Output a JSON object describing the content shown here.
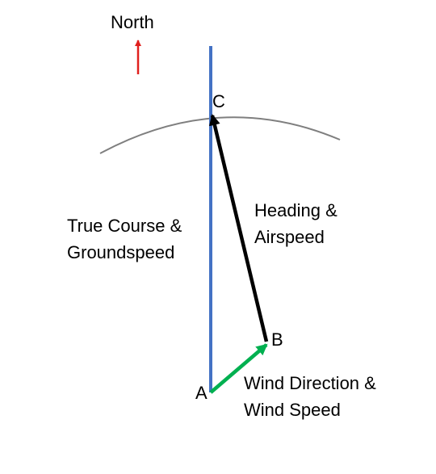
{
  "north": {
    "label": "North",
    "arrow_color": "#e0201e"
  },
  "points": {
    "a": "A",
    "b": "B",
    "c": "C"
  },
  "vectors": {
    "true_course": {
      "line1": "True Course &",
      "line2": "Groundspeed",
      "color": "#4472c4"
    },
    "heading": {
      "line1": "Heading &",
      "line2": "Airspeed",
      "color": "#000000"
    },
    "wind": {
      "line1": "Wind Direction &",
      "line2": "Wind Speed",
      "color": "#00b050"
    }
  },
  "arc_color": "#7f7f7f"
}
